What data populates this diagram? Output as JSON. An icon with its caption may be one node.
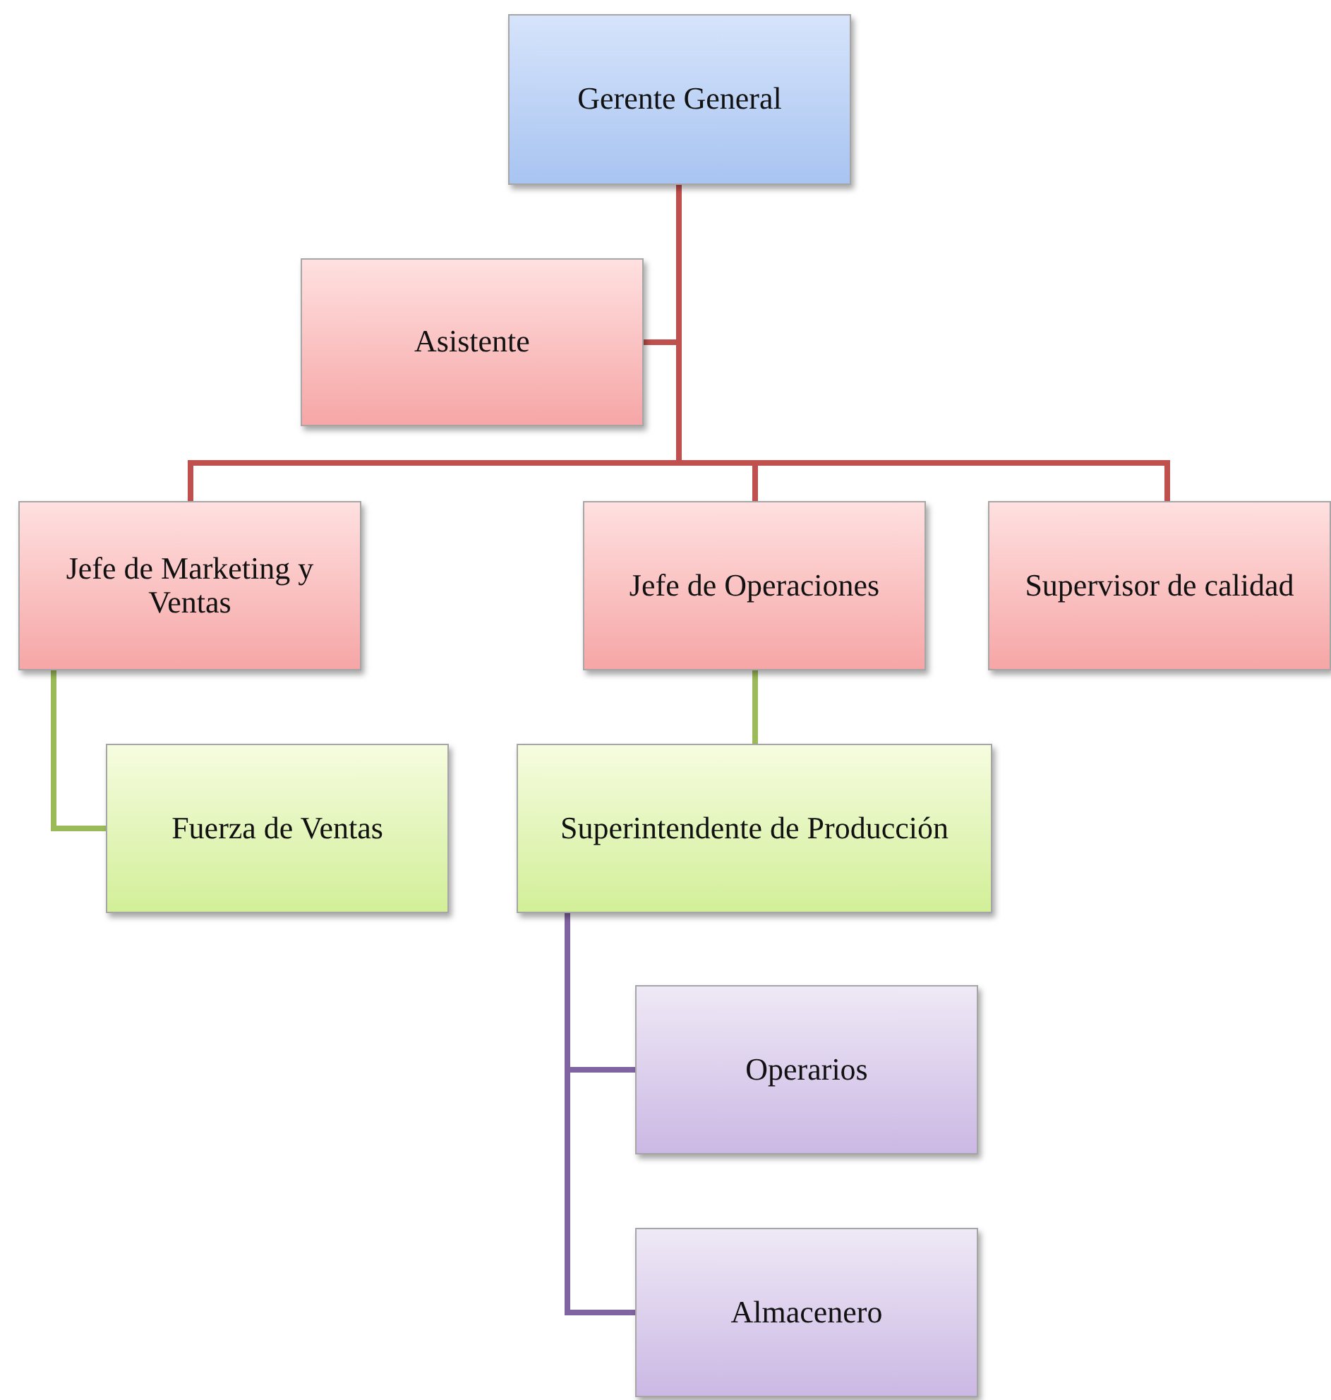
{
  "diagram": {
    "nodes": [
      {
        "text": [
          "Gerente General"
        ]
      },
      {
        "text": [
          "Asistente"
        ]
      },
      {
        "text": [
          "Jefe de Marketing y Ventas"
        ]
      },
      {
        "text": [
          "Jefe de Operaciones"
        ]
      },
      {
        "text": [
          "Supervisor de calidad"
        ]
      },
      {
        "text": [
          "Fuerza de Ventas"
        ]
      },
      {
        "text": [
          "Superintendente de Producción"
        ]
      },
      {
        "text": [
          "Operarios"
        ]
      },
      {
        "text": [
          "Almacenero"
        ]
      }
    ],
    "edges": [
      {
        "from": 0,
        "to": 1,
        "arrow": "none"
      },
      {
        "from": 0,
        "to": 2,
        "arrow": "none"
      },
      {
        "from": 0,
        "to": 3,
        "arrow": "none"
      },
      {
        "from": 0,
        "to": 4,
        "arrow": "none"
      },
      {
        "from": 2,
        "to": 5,
        "arrow": "none",
        "color": "#9bbb59"
      },
      {
        "from": 3,
        "to": 6,
        "arrow": "none",
        "color": "#9bbb59"
      },
      {
        "from": 6,
        "to": 7,
        "arrow": "none",
        "color": "#8064a2"
      },
      {
        "from": 6,
        "to": 8,
        "arrow": "none",
        "color": "#8064a2"
      }
    ]
  }
}
